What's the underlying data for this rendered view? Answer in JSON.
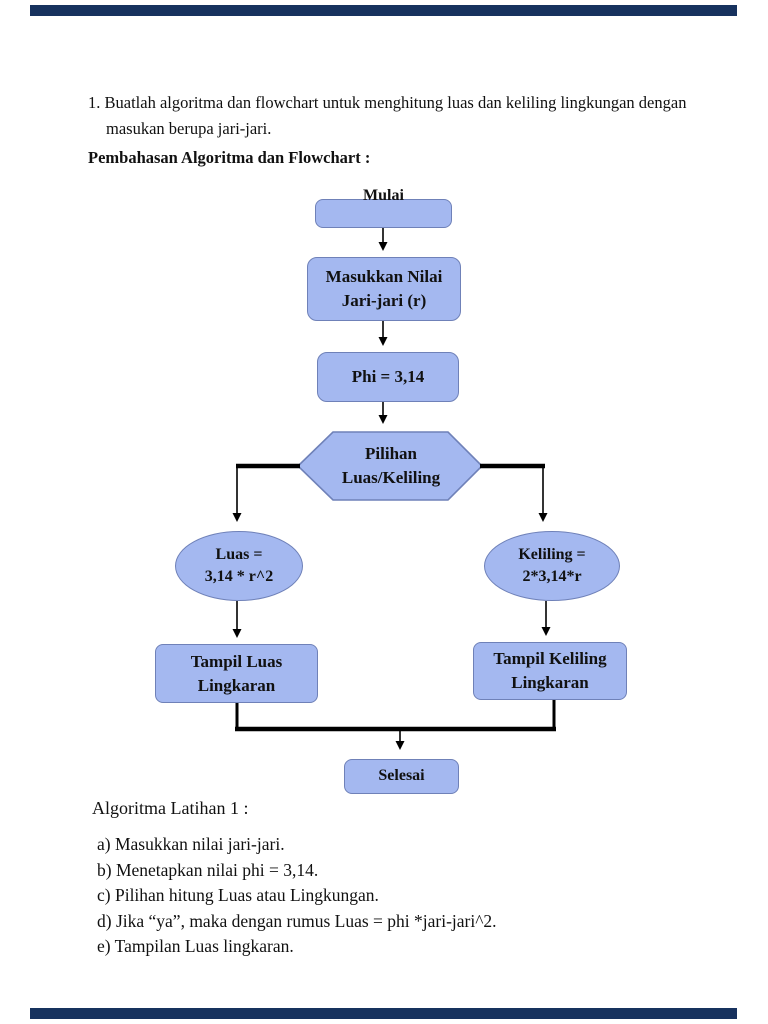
{
  "colors": {
    "shape_fill": "#a4b8f0",
    "shape_border": "#6f81b8",
    "bar": "#17325e",
    "line": "#000000"
  },
  "problem": {
    "line1": "1. Buatlah algoritma dan flowchart untuk menghitung luas dan keliling lingkungan dengan",
    "line2": "masukan berupa jari-jari.",
    "heading": "Pembahasan Algoritma dan Flowchart :"
  },
  "flowchart": {
    "nodes": {
      "mulai": "Mulai",
      "input_line1": "Masukkan Nilai",
      "input_line2": "Jari-jari (r)",
      "phi": "Phi = 3,14",
      "decision_line1": "Pilihan",
      "decision_line2": "Luas/Keliling",
      "luas_line1": "Luas =",
      "luas_line2": "3,14 * r^2",
      "keliling_line1": "Keliling =",
      "keliling_line2": "2*3,14*r",
      "tampil_luas_line1": "Tampil Luas",
      "tampil_luas_line2": "Lingkaran",
      "tampil_keliling_line1": "Tampil Keliling",
      "tampil_keliling_line2": "Lingkaran",
      "selesai": "Selesai"
    }
  },
  "algoritma": {
    "heading": "Algoritma Latihan 1 :",
    "items": [
      "a) Masukkan nilai jari-jari.",
      "b) Menetapkan nilai phi = 3,14.",
      "c) Pilihan hitung Luas atau Lingkungan.",
      "d) Jika “ya”, maka dengan rumus Luas = phi *jari-jari^2.",
      "e) Tampilan Luas lingkaran."
    ]
  }
}
